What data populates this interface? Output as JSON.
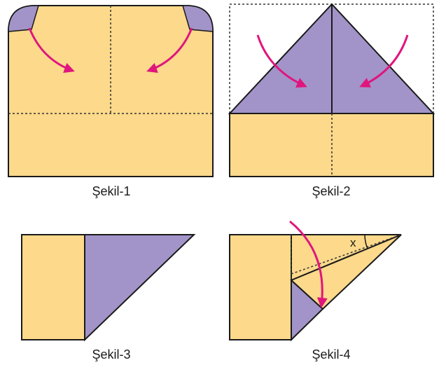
{
  "figures": {
    "figure1": {
      "caption": "Şekil-1"
    },
    "figure2": {
      "caption": "Şekil-2"
    },
    "figure3": {
      "caption": "Şekil-3"
    },
    "figure4": {
      "caption": "Şekil-4",
      "angle_label": "x"
    }
  },
  "colors": {
    "paper": "#FCD98B",
    "folded": "#A294C8",
    "arrow": "#E0157D",
    "outline": "#1a1a1a",
    "dotted": "#333333"
  }
}
